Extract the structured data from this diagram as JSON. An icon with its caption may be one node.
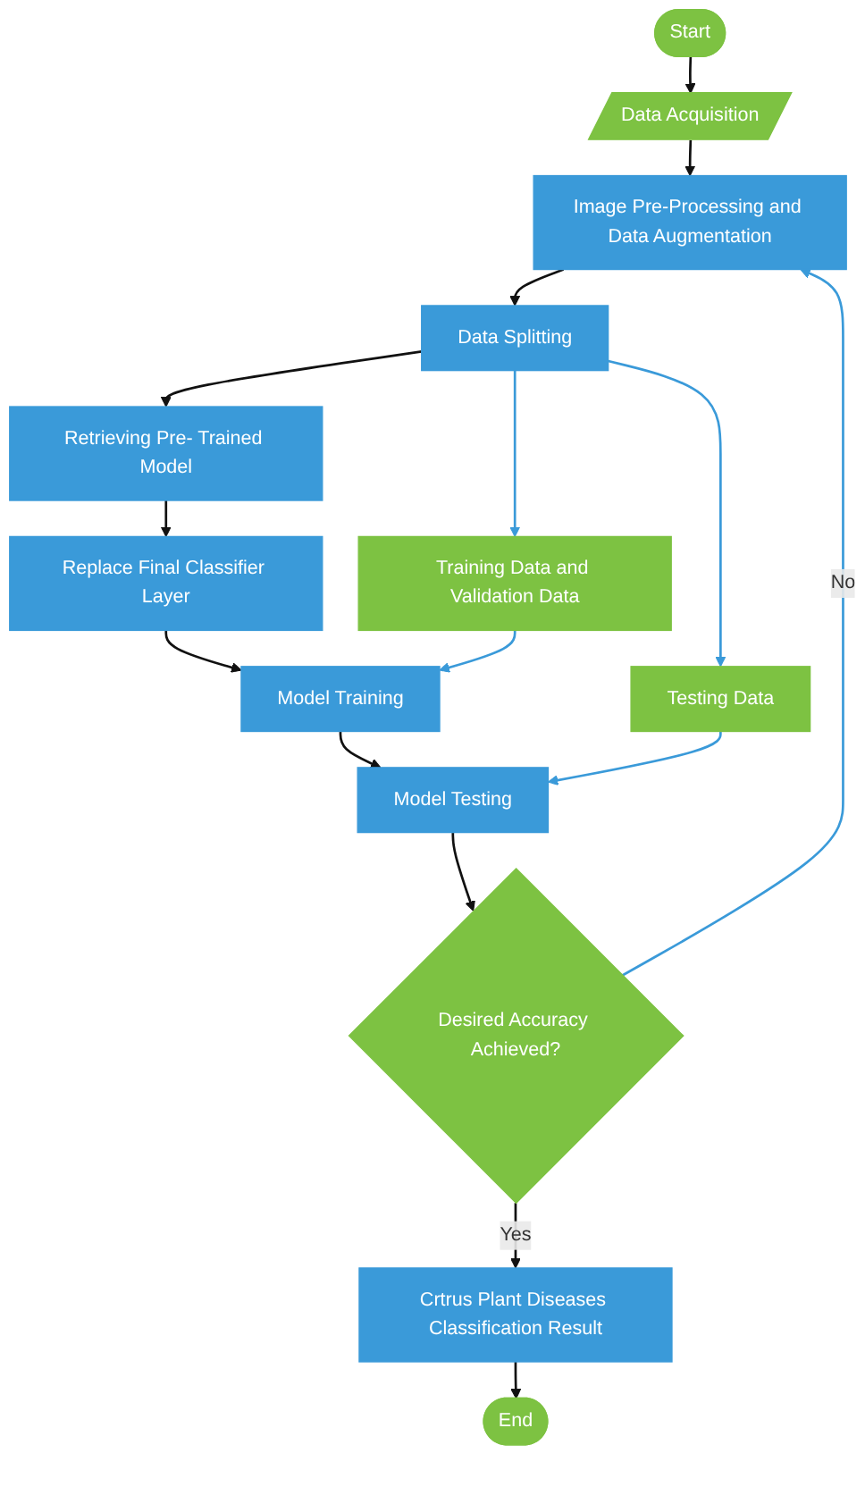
{
  "diagram": {
    "nodes": [
      {
        "text": [
          "Start"
        ]
      },
      {
        "text": [
          "Data Acquisition"
        ]
      },
      {
        "text": [
          "Image Pre-Processing and Data Augmentation"
        ]
      },
      {
        "text": [
          "Data Splitting"
        ]
      },
      {
        "text": [
          "Training Data and Validation Data"
        ]
      },
      {
        "text": [
          "Testing Data"
        ]
      },
      {
        "text": [
          "Retrieving Pre- Trained Model"
        ]
      },
      {
        "text": [
          "Replace Final Classifier Layer"
        ]
      },
      {
        "text": [
          "Model Training"
        ]
      },
      {
        "text": [
          "Model Testing"
        ]
      },
      {
        "text": [
          "Desired Accuracy Achieved?"
        ]
      },
      {
        "text": [
          "Crtrus Plant Diseases Classification Result"
        ]
      },
      {
        "text": [
          "End"
        ]
      }
    ],
    "edges": [
      {
        "from": 0,
        "to": 1,
        "arrow": "to"
      },
      {
        "from": 1,
        "to": 2,
        "arrow": "to"
      },
      {
        "from": 2,
        "to": 3,
        "arrow": "to"
      },
      {
        "from": 3,
        "to": 4,
        "arrow": "to",
        "color": "#3a9ad9"
      },
      {
        "from": 3,
        "to": 5,
        "arrow": "to",
        "color": "#3a9ad9"
      },
      {
        "from": 3,
        "to": 6,
        "arrow": "to"
      },
      {
        "from": 6,
        "to": 7,
        "arrow": "to"
      },
      {
        "from": 7,
        "to": 8,
        "arrow": "to"
      },
      {
        "from": 4,
        "to": 8,
        "arrow": "to",
        "color": "#3a9ad9"
      },
      {
        "from": 8,
        "to": 9,
        "arrow": "to"
      },
      {
        "from": 5,
        "to": 9,
        "arrow": "to",
        "color": "#3a9ad9"
      },
      {
        "from": 9,
        "to": 10,
        "arrow": "to"
      },
      {
        "from": 10,
        "to": 2,
        "arrow": "to",
        "label": "No",
        "color": "#3a9ad9"
      },
      {
        "from": 10,
        "to": 11,
        "arrow": "to",
        "label": "Yes"
      },
      {
        "from": 11,
        "to": 12,
        "arrow": "to"
      }
    ]
  }
}
